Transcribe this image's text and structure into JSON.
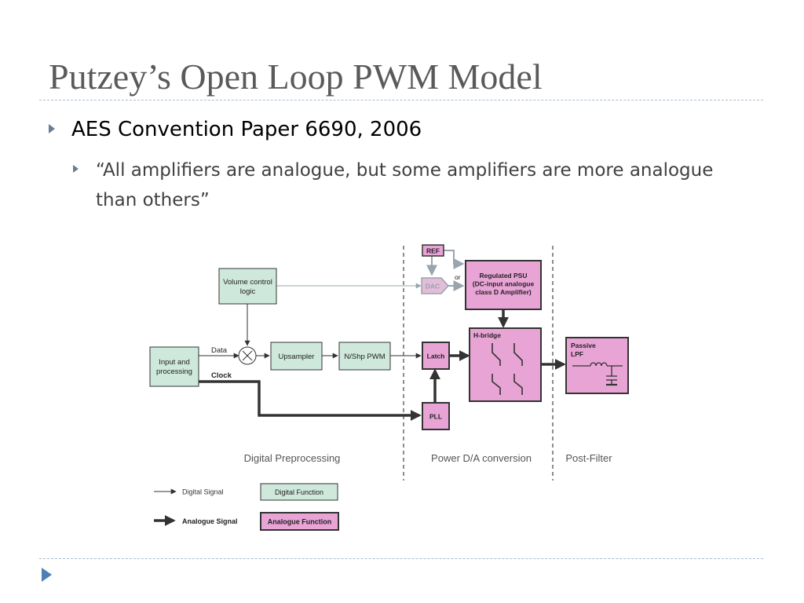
{
  "slide": {
    "title": "Putzey’s Open Loop PWM Model",
    "bullet1": "AES Convention Paper 6690, 2006",
    "bullet2": "“All amplifiers are analogue, but some amplifiers are more analogue than others”"
  },
  "diagram": {
    "blocks": {
      "volume": [
        "Volume control",
        "logic"
      ],
      "input": [
        "Input and",
        "processing"
      ],
      "upsampler": "Upsampler",
      "nshp": "N/Shp PWM",
      "latch": "Latch",
      "pll": "PLL",
      "ref": "REF",
      "dac": "DAC",
      "psu": [
        "Regulated PSU",
        "(DC-input analogue",
        "class D Amplifier)"
      ],
      "hbridge": "H-bridge",
      "lpf": [
        "Passive",
        "LPF"
      ]
    },
    "signals": {
      "data": "Data",
      "clock": "Clock",
      "or": "or"
    },
    "sections": {
      "digital": "Digital Preprocessing",
      "power": "Power D/A conversion",
      "post": "Post-Filter"
    },
    "legend": {
      "digital_signal": "Digital Signal",
      "digital_function": "Digital Function",
      "analogue_signal": "Analogue Signal",
      "analogue_function": "Analogue Function"
    },
    "colors": {
      "digital_fill": "#cfe8dc",
      "analogue_fill": "#e9a4d6",
      "dac_fill": "#e3bcd9",
      "line": "#333333"
    }
  }
}
